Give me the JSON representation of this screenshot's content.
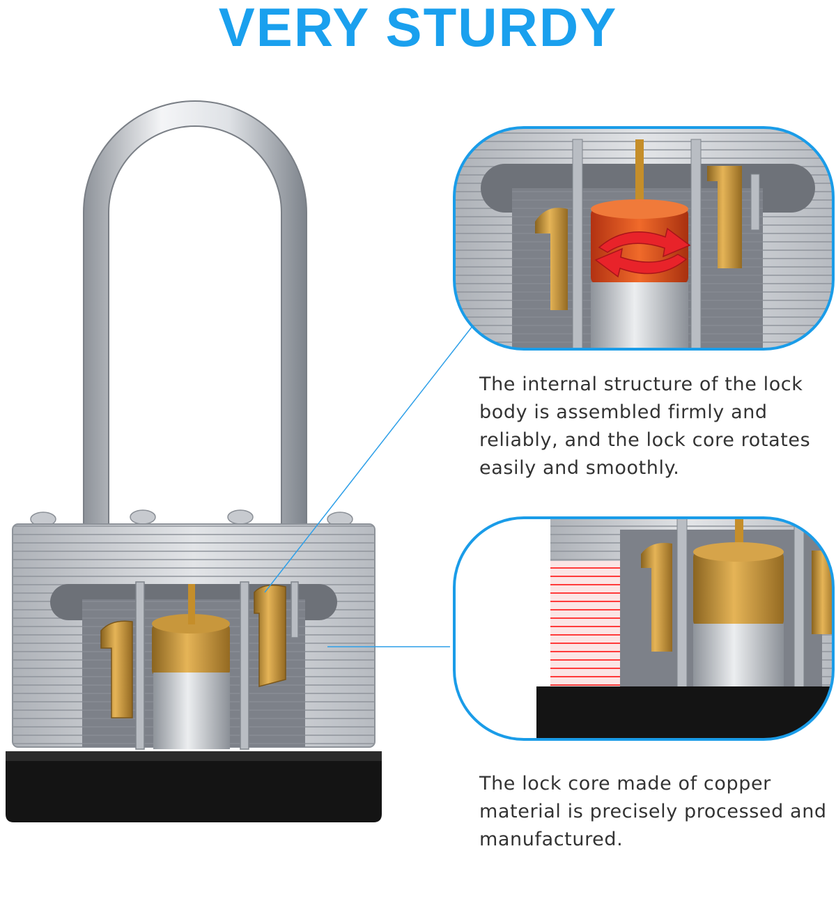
{
  "headline": "VERY STURDY",
  "captions": {
    "structure": "The internal structure of the lock body is assembled firmly and reliably, and the lock core rotates easily and smoothly.",
    "core": "The lock core made of copper material is precisely processed and manufactured."
  },
  "colors": {
    "accent_blue": "#1aa0ee",
    "brass": "#c9962f",
    "steel": "#c8cbd0",
    "rubber_base": "#111111",
    "highlight_red": "#e8232a"
  },
  "icons": {
    "rotation_arrows": "rotate-arrows-icon"
  }
}
